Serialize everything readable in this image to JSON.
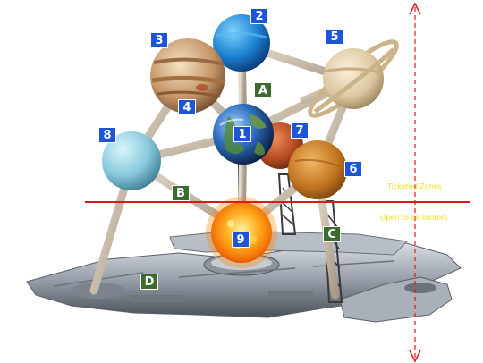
{
  "planet_labels": [
    "1",
    "2",
    "3",
    "4",
    "5",
    "6",
    "7",
    "8",
    "9"
  ],
  "support_labels": [
    "A",
    "B",
    "C",
    "D"
  ],
  "zones": {
    "upper": "Ticketed Zones",
    "lower": "Open to all Visitors"
  },
  "colors": {
    "planet_label_bg": "#1e54d6",
    "support_label_bg": "#3b6b2d",
    "divider_line": "#e01818",
    "zone_text": "#f2e21a",
    "height_arrow": "#e01818"
  }
}
